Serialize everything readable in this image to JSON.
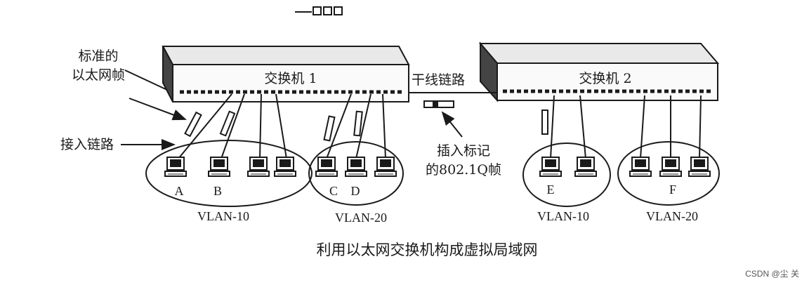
{
  "switches": {
    "s1": "交换机 1",
    "s2": "交换机 2"
  },
  "labels": {
    "standard_frame": [
      "标准的",
      "以太网帧"
    ],
    "access_link": "接入链路",
    "trunk_link": "干线链路",
    "tagged_frame": [
      "插入标记",
      "的802.1Q帧"
    ]
  },
  "hosts": {
    "A": "A",
    "B": "B",
    "C": "C",
    "D": "D",
    "E": "E",
    "F": "F"
  },
  "vlans": {
    "g1": "VLAN-10",
    "g2": "VLAN-20",
    "g3": "VLAN-10",
    "g4": "VLAN-20"
  },
  "caption": "利用以太网交换机构成虚拟局域网",
  "watermark": "CSDN @尘 关"
}
